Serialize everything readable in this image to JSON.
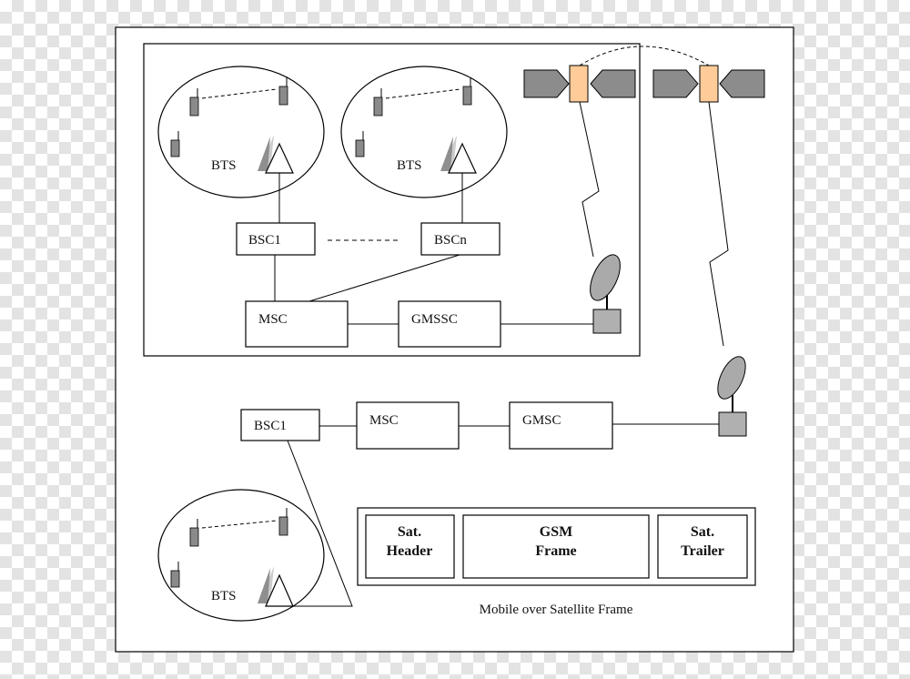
{
  "labels": {
    "bts_top_left": "BTS",
    "bts_top_right": "BTS",
    "bts_bottom": "BTS",
    "bsc1_top": "BSC1",
    "bscn_top": "BSCn",
    "msc_top": "MSC",
    "gmssc_top": "GMSSC",
    "bsc1_bottom": "BSC1",
    "msc_bottom": "MSC",
    "gmsc_bottom": "GMSC"
  },
  "frame": {
    "header_line1": "Sat.",
    "header_line2": "Header",
    "gsm_line1": "GSM",
    "gsm_line2": "Frame",
    "trailer_line1": "Sat.",
    "trailer_line2": "Trailer",
    "caption": "Mobile over Satellite Frame"
  },
  "colors": {
    "satellite_body": "#ffcc99",
    "satellite_panel": "#8c8c8c",
    "phone": "#8a8a8a",
    "dish": "#aaaaaa"
  }
}
